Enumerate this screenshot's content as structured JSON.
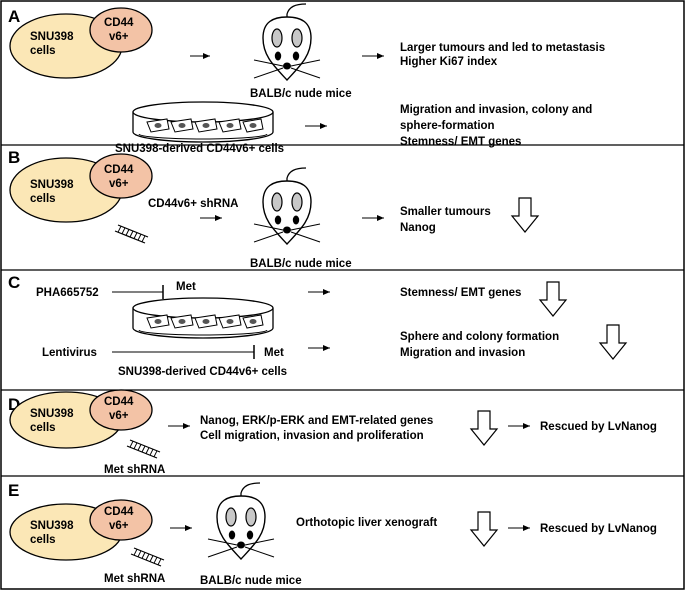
{
  "colors": {
    "cell_fill": "#fbe7b6",
    "cd44_fill": "#f3c3a6",
    "mouse_ear": "#c8c8c8",
    "dish_cell": "#555555",
    "stroke": "#000000"
  },
  "icons": [
    "mouse-icon",
    "petri-dish-icon",
    "shrna-ladder-icon",
    "down-arrow-icon",
    "right-arrow-icon",
    "inhibition-line"
  ],
  "panels": {
    "A": {
      "label": "A",
      "cells_label": "SNU398\ncells",
      "cd44_label": "CD44\nv6+",
      "mouse_label": "BALB/c nude mice",
      "result_lines": [
        "Larger tumours and led to metastasis",
        "Higher Ki67 index"
      ],
      "dish_label": "SNU398-derived CD44v6+ cells",
      "dish_result_lines": [
        "Migration and invasion, colony and",
        "sphere-formation",
        "Stemness/ EMT genes"
      ]
    },
    "B": {
      "label": "B",
      "cells_label": "SNU398\ncells",
      "cd44_label": "CD44\nv6+",
      "shrna_label": "CD44v6+ shRNA",
      "mouse_label": "BALB/c nude mice",
      "result_lines": [
        "Smaller tumours",
        "Nanog"
      ]
    },
    "C": {
      "label": "C",
      "inhibitor": "PHA665752",
      "target_top": "Met",
      "lentivirus": "Lentivirus",
      "target_bottom": "Met",
      "dish_label": "SNU398-derived CD44v6+ cells",
      "result_top": "Stemness/ EMT genes",
      "result_bottom_lines": [
        "Sphere and colony formation",
        "Migration and invasion"
      ]
    },
    "D": {
      "label": "D",
      "cells_label": "SNU398\ncells",
      "cd44_label": "CD44\nv6+",
      "shrna_label": "Met shRNA",
      "result_lines": [
        "Nanog, ERK/p-ERK and EMT-related genes",
        "Cell migration, invasion and proliferation"
      ],
      "rescue": "Rescued by LvNanog"
    },
    "E": {
      "label": "E",
      "cells_label": "SNU398\ncells",
      "cd44_label": "CD44\nv6+",
      "shrna_label": "Met shRNA",
      "mouse_label": "BALB/c nude mice",
      "result": "Orthotopic liver xenograft",
      "rescue": "Rescued by LvNanog"
    }
  }
}
